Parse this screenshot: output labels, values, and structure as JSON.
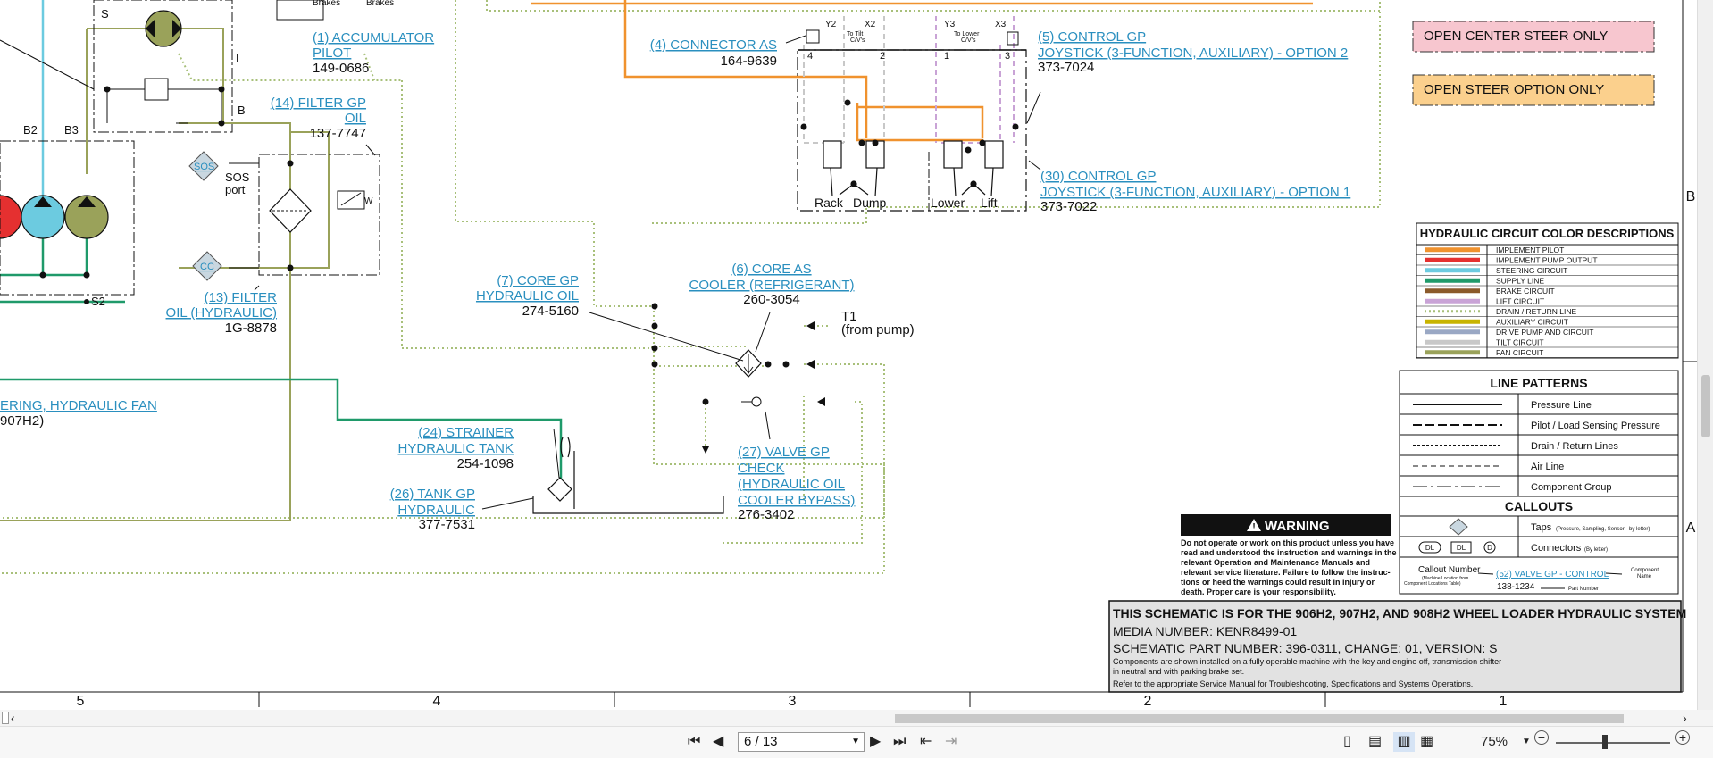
{
  "components": {
    "accumulator": {
      "l1": "(1) ACCUMULATOR",
      "l2": "PILOT",
      "part": "149-0686"
    },
    "filter_oil": {
      "l1": "(14) FILTER GP",
      "l2": "OIL",
      "part": "137-7747"
    },
    "filter_hyd": {
      "l1": "(13) FILTER",
      "l2": "OIL (HYDRAULIC)",
      "part": "1G-8878"
    },
    "connector": {
      "l1": "(4) CONNECTOR AS",
      "part": "164-9639"
    },
    "control5": {
      "l1": "(5) CONTROL GP",
      "l2": "JOYSTICK (3-FUNCTION, AUXILIARY) - OPTION 2",
      "part": "373-7024"
    },
    "control30": {
      "l1": "(30) CONTROL GP",
      "l2": "JOYSTICK (3-FUNCTION, AUXILIARY) - OPTION 1",
      "part": "373-7022"
    },
    "core7": {
      "l1": "(7) CORE GP",
      "l2": "HYDRAULIC OIL",
      "part": "274-5160"
    },
    "core6": {
      "l1": "(6) CORE AS",
      "l2": "COOLER (REFRIGERANT)",
      "part": "260-3054"
    },
    "strainer": {
      "l1": "(24) STRAINER",
      "l2": "HYDRAULIC TANK",
      "part": "254-1098"
    },
    "tank": {
      "l1": "(26) TANK GP",
      "l2": "HYDRAULIC",
      "part": "377-7531"
    },
    "valve27": {
      "l1": "(27) VALVE GP",
      "l2": "CHECK",
      "l3": "(HYDRAULIC OIL",
      "l4": "COOLER BYPASS)",
      "part": "276-3402"
    },
    "fan": {
      "l1": "ERING, HYDRAULIC FAN",
      "part": "907H2)"
    }
  },
  "schematic_labels": {
    "s": "S",
    "l": "L",
    "b": "B",
    "b2": "B2",
    "b3": "B3",
    "s2": "S2",
    "sos": "SOS",
    "sos_port1": "SOS",
    "sos_port2": "port",
    "cc": "CC",
    "w": "W",
    "y2": "Y2",
    "x2": "X2",
    "y3": "Y3",
    "x3": "X3",
    "to_tilt": "To Tilt",
    "to_tilt2": "C/V's",
    "to_lower": "To Lower",
    "to_lower2": "C/V's",
    "p4": "4",
    "p2": "2",
    "p1": "1",
    "p3": "3",
    "rack": "Rack",
    "dump": "Dump",
    "lower": "Lower",
    "lift": "Lift",
    "t1": "T1",
    "t1_sub": "(from pump)",
    "brakes1": "Brakes",
    "brakes2": "Brakes"
  },
  "option_boxes": {
    "open_center": "OPEN CENTER STEER ONLY",
    "open_steer": "OPEN STEER OPTION ONLY"
  },
  "colors": {
    "implement_pilot": "#f0922e",
    "implement_pump": "#e53030",
    "steering": "#6ccbe0",
    "supply": "#1f9a6a",
    "brake": "#8b5a2b",
    "lift": "#c9a3d6",
    "drain": "#a8c07a",
    "auxiliary": "#c8b400",
    "drive": "#9aa8c4",
    "tilt": "#c8c8c8",
    "fan": "#9aa25a",
    "open_center_fill": "#f7c6cf",
    "open_steer_fill": "#fbd08d",
    "link": "#2a8fbf"
  },
  "legend": {
    "title": "HYDRAULIC CIRCUIT COLOR DESCRIPTIONS",
    "items": [
      "IMPLEMENT PILOT",
      "IMPLEMENT PUMP OUTPUT",
      "STEERING CIRCUIT",
      "SUPPLY LINE",
      "BRAKE CIRCUIT",
      "LIFT CIRCUIT",
      "DRAIN / RETURN LINE",
      "AUXILIARY CIRCUIT",
      "DRIVE PUMP AND CIRCUIT",
      "TILT CIRCUIT",
      "FAN CIRCUIT"
    ]
  },
  "line_patterns": {
    "title": "LINE PATTERNS",
    "items": [
      "Pressure Line",
      "Pilot / Load Sensing Pressure",
      "Drain / Return Lines",
      "Air Line",
      "Component Group"
    ],
    "callouts_title": "CALLOUTS",
    "taps": "Taps",
    "taps_sub": "(Pressure, Sampling, Sensor - by letter)",
    "connectors": "Connectors",
    "connectors_sub": "(By letter)",
    "dl": "DL",
    "d": "D",
    "callout_number": "Callout Number",
    "callout_sub1": "(Machine Location from",
    "callout_sub2": "Component Locations Table)",
    "callout_example": "(52) VALVE GP - CONTROL",
    "component": "Component",
    "name": "Name",
    "example_part": "138-1234",
    "part_number": "Part Number"
  },
  "warning": {
    "title": "WARNING",
    "lines": [
      "Do not operate or work on this product unless you have",
      "read and understood the instruction and warnings in the",
      "relevant Operation and Maintenance Manuals and",
      "relevant service literature. Failure to follow the instruc-",
      "tions or heed the warnings could result in injury or",
      "death. Proper care is your responsibility."
    ]
  },
  "title_block": {
    "main": "THIS SCHEMATIC IS FOR THE 906H2, 907H2, AND 908H2 WHEEL LOADER HYDRAULIC SYSTEM",
    "media": "MEDIA NUMBER: KENR8499-01",
    "part": "SCHEMATIC PART NUMBER: 396-0311, CHANGE: 01, VERSION: S",
    "note1": "Components are shown installed on a fully operable machine with the key and engine off, transmission shifter",
    "note2": "in neutral and with parking brake set.",
    "note3": "Refer to the appropriate Service Manual for Troubleshooting, Specifications and Systems Operations."
  },
  "grid": {
    "cols": [
      "5",
      "4",
      "3",
      "2",
      "1"
    ],
    "rows": [
      "B",
      "A"
    ]
  },
  "toolbar": {
    "page": "6 / 13",
    "zoom": "75%",
    "zoom_minus": "−",
    "zoom_plus": "+"
  }
}
